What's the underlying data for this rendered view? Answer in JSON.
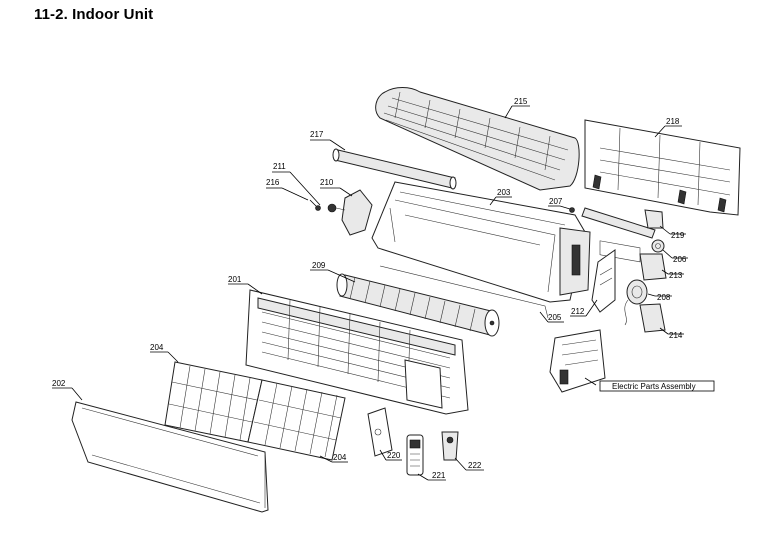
{
  "title": "11-2. Indoor Unit",
  "labels": {
    "p201": "201",
    "p202": "202",
    "p203": "203",
    "p204a": "204",
    "p204b": "204",
    "p205": "205",
    "p206": "206",
    "p207": "207",
    "p208": "208",
    "p209": "209",
    "p210": "210",
    "p211": "211",
    "p212": "212",
    "p213": "213",
    "p214": "214",
    "p215": "215",
    "p216": "216",
    "p217": "217",
    "p218": "218",
    "p219": "219",
    "p220": "220",
    "p221": "221",
    "p222": "222"
  },
  "electric_parts_label": "Electric Parts Assembly"
}
